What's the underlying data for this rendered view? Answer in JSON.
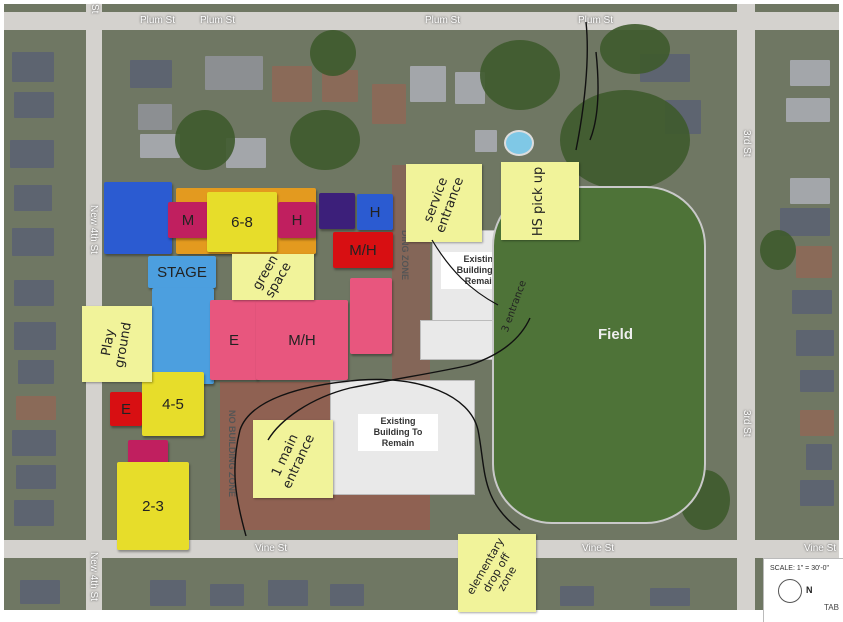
{
  "streets": {
    "plum_left": "Plum St",
    "plum_mid": "Plum St",
    "plum_right": "Plum St",
    "plum_far": "Plum St",
    "vine_left": "Vine St",
    "vine_mid": "Vine St",
    "vine_right": "Vine St",
    "new4th_top": "New 4th St",
    "new4th_bottom": "New 4th St",
    "third_top": "3rd St",
    "third_bottom": "3rd St",
    "corner_top": "St"
  },
  "buildings": {
    "north": "Existing Building To Remain",
    "south": "Existing Building To Remain"
  },
  "field_label": "Field",
  "zones": {
    "no_build_vertical": "NO BUILDING ZONE",
    "building_zone": "DING ZONE"
  },
  "blocks": {
    "m_left": "M",
    "grade_6_8": "6-8",
    "h_pink": "H",
    "h_blue": "H",
    "m_h_red": "M/H",
    "stage": "STAGE",
    "e": "E",
    "m_h_pink": "M/H",
    "e_red": "E",
    "grade_4_5": "4-5",
    "grade_2_3": "2-3"
  },
  "notes": {
    "green_space": "green space",
    "service_entrance": "service entrance",
    "hs_pickup": "HS pick up",
    "playground": "Play ground",
    "main_entrance": "1 main entrance",
    "elementary_dropoff": "elementary drop off zone",
    "side_entrance": "3 entrance"
  },
  "scale": {
    "text": "SCALE: 1\" = 30'-0\"",
    "north": "N",
    "tab": "TAB"
  },
  "colors": {
    "blue": "#2b5bd1",
    "magenta": "#c01f5f",
    "pink": "#e8567e",
    "red": "#d80f12",
    "purple": "#3c1f7a",
    "orange": "#e39a1f",
    "yellow_block": "#e7dd2a",
    "light_blue": "#4c9fdf",
    "sticky": "#f1f39a"
  }
}
